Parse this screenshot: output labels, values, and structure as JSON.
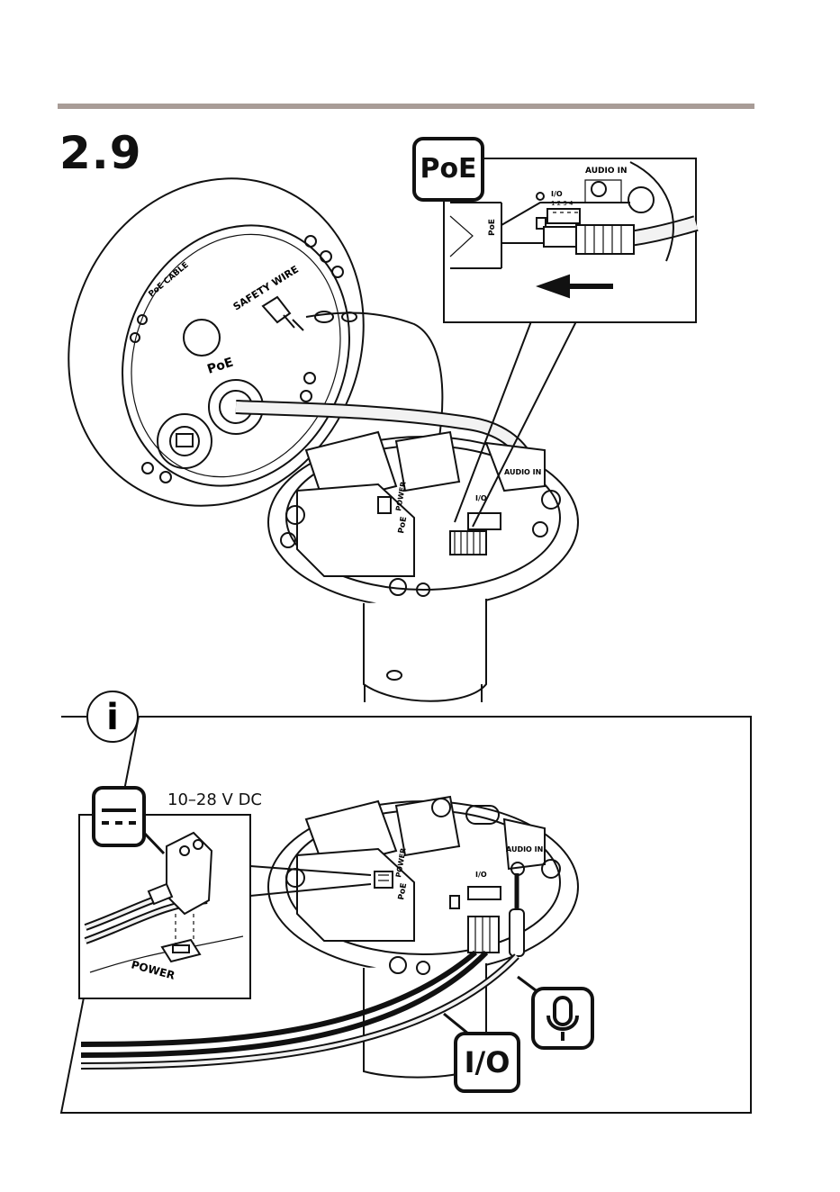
{
  "header": {
    "step_number": "2.9"
  },
  "badges": {
    "poe": "PoE",
    "io": "I/O",
    "info_symbol": "i"
  },
  "power": {
    "voltage": "10–28 V DC",
    "port_label": "POWER"
  },
  "housing": {
    "safety_wire_label": "SAFETY WIRE",
    "poe_label": "PoE",
    "cable_text": "PoE CABLE"
  },
  "board": {
    "audio_in_label": "AUDIO IN",
    "io_label": "I/O",
    "io_pins": "1 2 3 4",
    "power_label": "POWER",
    "poe_label": "PoE"
  },
  "icons": {
    "dc_symbol": "dc-power-icon",
    "microphone": "microphone-icon",
    "info": "info-icon",
    "arrow": "arrow-left-icon"
  },
  "colors": {
    "rule": "#a89c97",
    "line": "#111111",
    "cable_fill": "#f2f2f2"
  }
}
